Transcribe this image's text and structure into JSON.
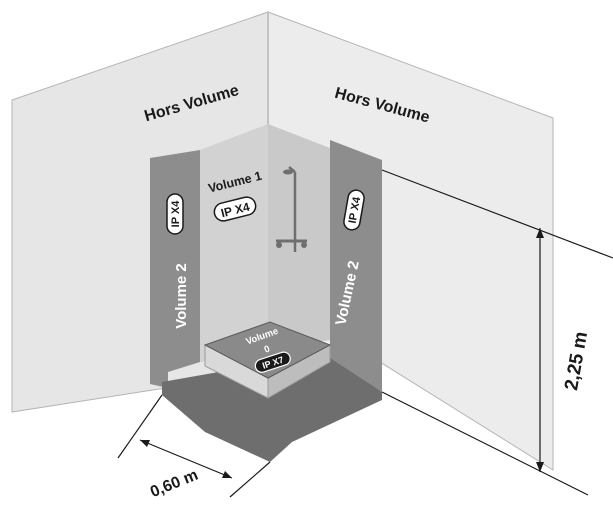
{
  "labels": {
    "hors_volume_left": "Hors Volume",
    "hors_volume_right": "Hors Volume",
    "volume_1": "Volume 1",
    "volume_1_rating": "IP X4",
    "volume_2_left": "Volume 2",
    "volume_2_left_rating": "IP X4",
    "volume_2_right": "Volume 2",
    "volume_2_right_rating": "IP X4",
    "volume_0": "Volume",
    "volume_0_number": "0",
    "volume_0_rating": "IP X7",
    "height_dimension": "2,25 m",
    "width_dimension": "0,60 m"
  },
  "colors": {
    "wall_left": "#e6e6e6",
    "wall_right": "#ebebeb",
    "wall_top": "#dadada",
    "volume_2_zone": "#8d8d8d",
    "volume_1_zone": "#cfcfcf",
    "floor_zone": "#6f6f6f",
    "tray_top": "#8a8a8a",
    "badge_dark": "#1a1a1a",
    "line": "#1a1a1a"
  }
}
